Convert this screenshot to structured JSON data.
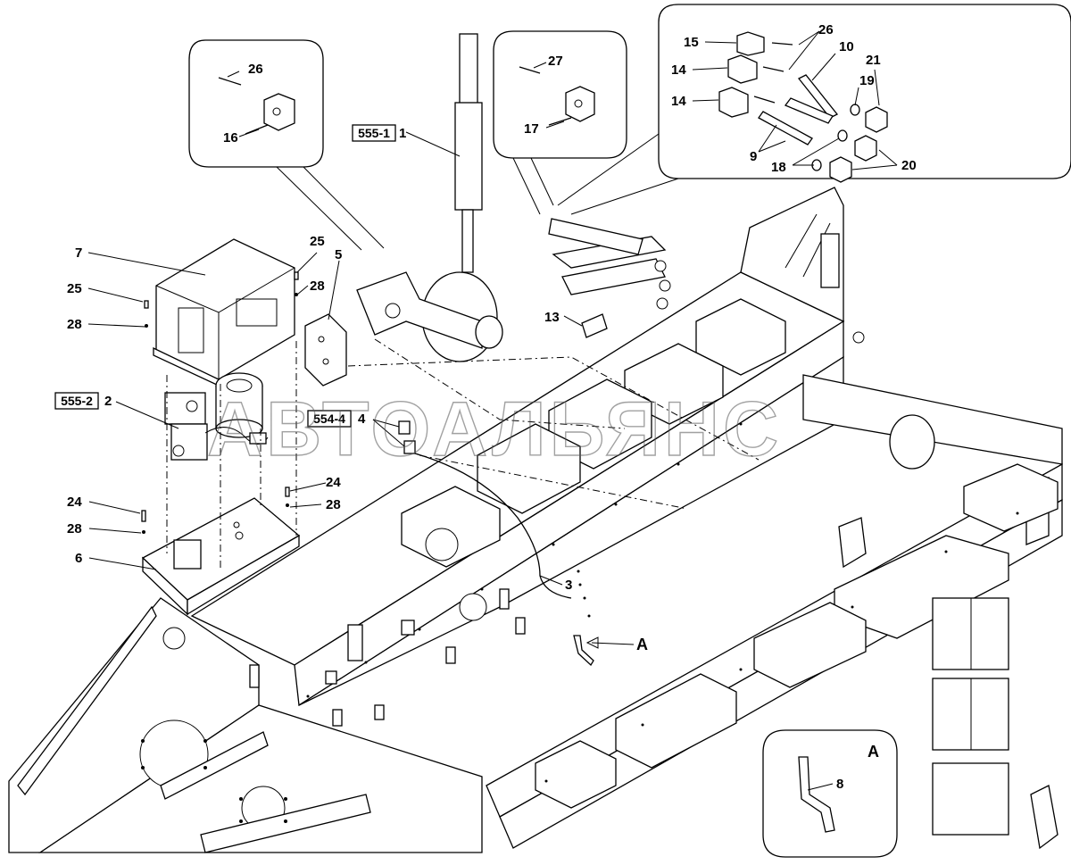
{
  "watermark": "АВТОАЛЬЯНС",
  "detail_view": {
    "title": "A"
  },
  "refs": {
    "r5551": "555-1",
    "r5552": "555-2",
    "r5544": "554-4"
  },
  "labels": {
    "l1": "1",
    "l2": "2",
    "l3": "3",
    "l4": "4",
    "l5": "5",
    "l6": "6",
    "l7": "7",
    "l8": "8",
    "l9": "9",
    "l10": "10",
    "l13": "13",
    "l14a": "14",
    "l14b": "14",
    "l15": "15",
    "l16": "16",
    "l17": "17",
    "l18": "18",
    "l19": "19",
    "l20": "20",
    "l21": "21",
    "l24a": "24",
    "l24b": "24",
    "l25a": "25",
    "l25b": "25",
    "l26a": "26",
    "l26b": "26",
    "l27": "27",
    "l28a": "28",
    "l28b": "28",
    "l28c": "28",
    "l28d": "28",
    "lA": "A"
  }
}
